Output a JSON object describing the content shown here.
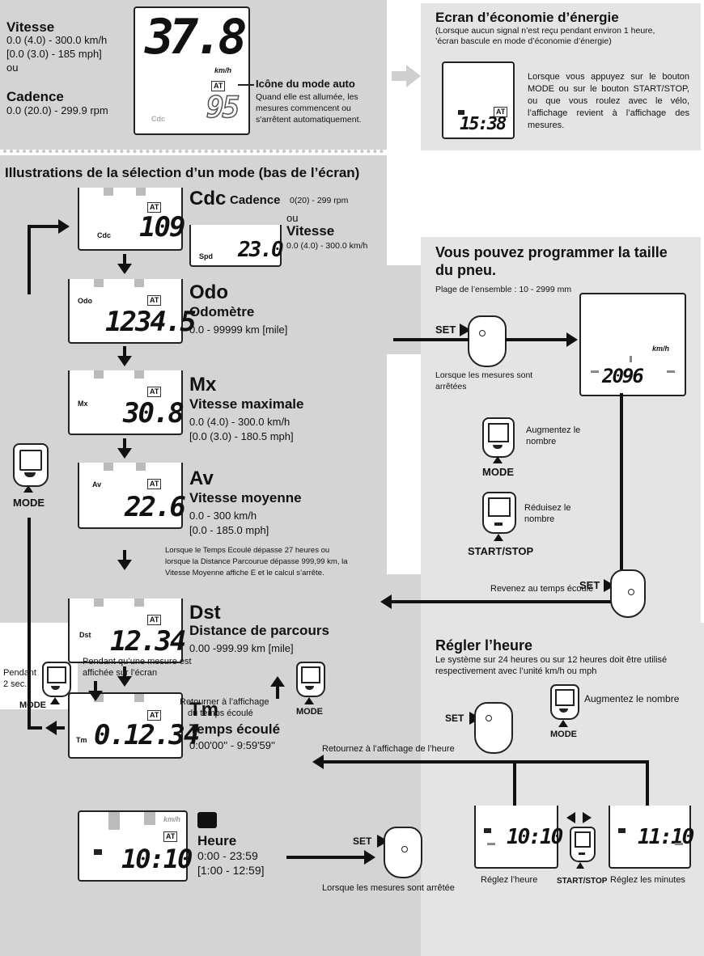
{
  "top": {
    "vitesse_label": "Vitesse",
    "vitesse_range1": "0.0 (4.0) - 300.0 km/h",
    "vitesse_range2": "[0.0 (3.0) - 185 mph]",
    "ou": "ou",
    "cadence_label": "Cadence",
    "cadence_range": "0.0 (20.0) - 299.9 rpm",
    "big_digits": "37.8",
    "kmh": "km/h",
    "at": "AT",
    "cdc_small": "Cdc",
    "cdc_value": "95",
    "auto_title": "Icône du mode auto",
    "auto_desc": [
      "Quand elle est allumée, les",
      "mesures commencent ou",
      "s'arrêtent automatiquement."
    ]
  },
  "eco": {
    "title": "Ecran d’économie d’énergie",
    "subtitle": [
      "(Lorsque aucun signal n’est reçu pendant environ 1 heure,",
      "’écran bascule en mode d’économie d’énergie)"
    ],
    "time": "15:38",
    "desc": "Lorsque vous appuyez sur le bouton MODE ou sur le bouton START/STOP, ou que vous roulez avec le vélo, l’affichage revient à l’affichage des mesures."
  },
  "section_title": "Illustrations de la sélection d’un mode (bas de l’écran)",
  "modes": {
    "cdc": {
      "lcd_label": "Cdc",
      "lcd_value": "109",
      "name": "Cdc",
      "desc_title": "Cadence",
      "range": "0(20) - 299 rpm",
      "ou": "ou",
      "alt_title": "Vitesse",
      "alt_range": "0.0 (4.0) - 300.0 km/h",
      "alt_lcd_label": "Spd",
      "alt_lcd_value": "23.0"
    },
    "odo": {
      "lcd_label": "Odo",
      "lcd_value": "1234.5",
      "name": "Odo",
      "desc_title": "Odomètre",
      "range": "0.0 - 99999 km [mile]"
    },
    "mx": {
      "lcd_label": "Mx",
      "lcd_value": "30.8",
      "name": "Mx",
      "desc_title": "Vitesse maximale",
      "range1": "0.0 (4.0) - 300.0 km/h",
      "range2": "[0.0 (3.0) - 180.5 mph]"
    },
    "av": {
      "lcd_label": "Av",
      "lcd_value": "22.6",
      "name": "Av",
      "desc_title": "Vitesse moyenne",
      "range1": "0.0 - 300 km/h",
      "range2": "[0.0 - 185.0 mph]",
      "note": [
        "Lorsque le Temps Ecoulé dépasse 27 heures ou",
        "lorsque la Distance Parcourue dépasse 999,99 km, la",
        "Vitesse Moyenne affiche E et le calcul s’arrête."
      ]
    },
    "dst": {
      "lcd_label": "Dst",
      "lcd_value": "12.34",
      "name": "Dst",
      "desc_title": "Distance de parcours",
      "range": "0.00 -999.99 km [mile]"
    },
    "tm": {
      "lcd_label": "Tm",
      "lcd_value": "0.12.34",
      "name": "Tm",
      "desc_title": "Temps écoulé",
      "range": "0:00'00'' - 9:59'59''"
    }
  },
  "mode_label": "MODE",
  "tire": {
    "title1": "Vous pouvez programmer la taille",
    "title2": "du pneu.",
    "range": "Plage de l’ensemble : 10 - 2999 mm",
    "set": "SET",
    "stopped": [
      "Lorsque les mesures sont",
      "arrêtées"
    ],
    "kmh": "km/h",
    "value": "2096",
    "increase": [
      "Augmentez le",
      "nombre"
    ],
    "mode": "MODE",
    "decrease": [
      "Réduisez le",
      "nombre"
    ],
    "startstop": "START/STOP",
    "set2": "SET",
    "back": "Revenez au temps écoulé"
  },
  "bottom": {
    "pendant": [
      "Pendant",
      "2 sec."
    ],
    "mode_left": "MODE",
    "during": [
      "Pendant qu’une mesure est",
      "affichée sur l’écran"
    ],
    "return_elapsed": [
      "Retourner à l’affichage",
      "du temps écoulé"
    ],
    "mode_right": "MODE",
    "kmh": "km/h",
    "at": "AT",
    "clock_value": "10:10",
    "heure_title": "Heure",
    "heure_range1": "0:00 - 23:59",
    "heure_range2": "[1:00 - 12:59]",
    "set_label": "SET",
    "stopped": "Lorsque les mesures sont arrêtée"
  },
  "time_set": {
    "title": "Régler l’heure",
    "desc": [
      "Le système sur 24 heures ou sur 12 heures doit être utilisé",
      "respectivement avec l’unité km/h ou mph"
    ],
    "increase": "Augmentez le nombre",
    "set": "SET",
    "mode": "MODE",
    "return_time": "Retournez à l’affichage de l’heure",
    "hour_value": "10:10",
    "minute_value": "11:10",
    "set_hour": "Réglez l’heure",
    "startstop": "START/STOP",
    "set_minutes": "Réglez les minutes"
  }
}
